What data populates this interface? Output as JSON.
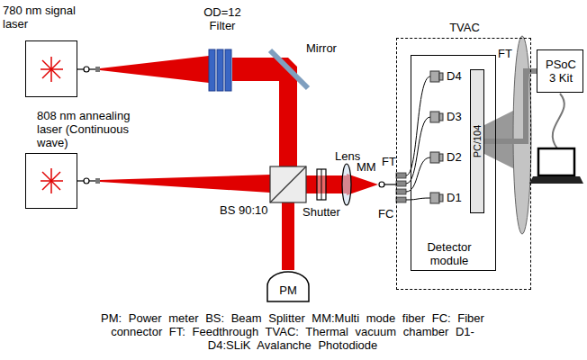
{
  "diagram": {
    "nodes": [
      {
        "text": [
          "780 nm signal laser"
        ]
      },
      {
        "text": [
          "808 nm annealing laser (Continuous wave)"
        ]
      },
      {
        "text": [
          "PM"
        ]
      },
      {
        "text": [
          "TVAC"
        ]
      },
      {
        "text": [
          "Detector module"
        ],
        "in": 3
      },
      {
        "text": [
          "PC/104"
        ],
        "in": 4
      },
      {
        "text": [
          "PSoC 3 Kit"
        ]
      }
    ],
    "edges": [
      {
        "from": 5,
        "to": 6,
        "arrow": "none"
      }
    ],
    "labels": [
      "OD=12 Filter",
      "Mirror",
      "BS 90:10",
      "Shutter",
      "Lens",
      "MM",
      "FT",
      "FC",
      "D4",
      "D3",
      "D2",
      "D1",
      "FT"
    ],
    "caption": "PM: Power meter BS: Beam Splitter MM:Multi mode fiber FC: Fiber connector FT: Feedthrough TVAC: Thermal vacuum chamber D1-D4:SLiK Avalanche Photodiode"
  }
}
